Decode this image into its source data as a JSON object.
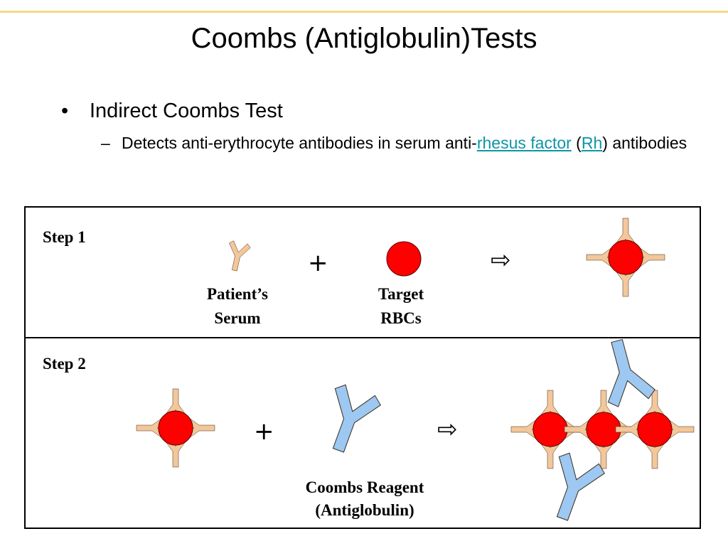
{
  "title": "Coombs (Antiglobulin)Tests",
  "bullet": {
    "marker": "•",
    "text": "Indirect Coombs Test",
    "sub": {
      "marker": "–",
      "text_before": "Detects anti-erythrocyte antibodies in serum anti-",
      "link1": "rhesus factor",
      "text_mid1": " (",
      "link2": "Rh",
      "text_end": ") antibodies"
    }
  },
  "step1": {
    "label": "Step 1",
    "plus": "+",
    "arrow": "⇨",
    "serum_label_line1": "Patient’s",
    "serum_label_line2": "Serum",
    "rbc_label_line1": "Target",
    "rbc_label_line2": "RBCs"
  },
  "step2": {
    "label": "Step 2",
    "plus": "+",
    "arrow": "⇨",
    "reagent_label_line1": "Coombs Reagent",
    "reagent_label_line2": "(Antiglobulin)"
  },
  "colors": {
    "rbc": "#ff0000",
    "patient_antibody": "#f3c79a",
    "coombs_antibody": "#9cc8f2",
    "link": "#0d96a6",
    "top_rule": "#f5d98a"
  }
}
